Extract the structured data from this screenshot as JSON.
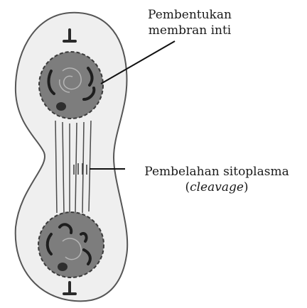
{
  "labels": {
    "nuclear_membrane_line1": "Pembentukan",
    "nuclear_membrane_line2": "membran inti",
    "cleavage_line1": "Pembelahan sitoplasma",
    "cleavage_open": "(",
    "cleavage_term": "cleavage",
    "cleavage_close": ")"
  },
  "colors": {
    "cell_fill": "#efefef",
    "cell_outline": "#555555",
    "nucleus_fill": "#7d7d7d",
    "chromosome": "#1e1e1e",
    "spindle": "#4a4a4a",
    "leader_line": "#111111"
  }
}
